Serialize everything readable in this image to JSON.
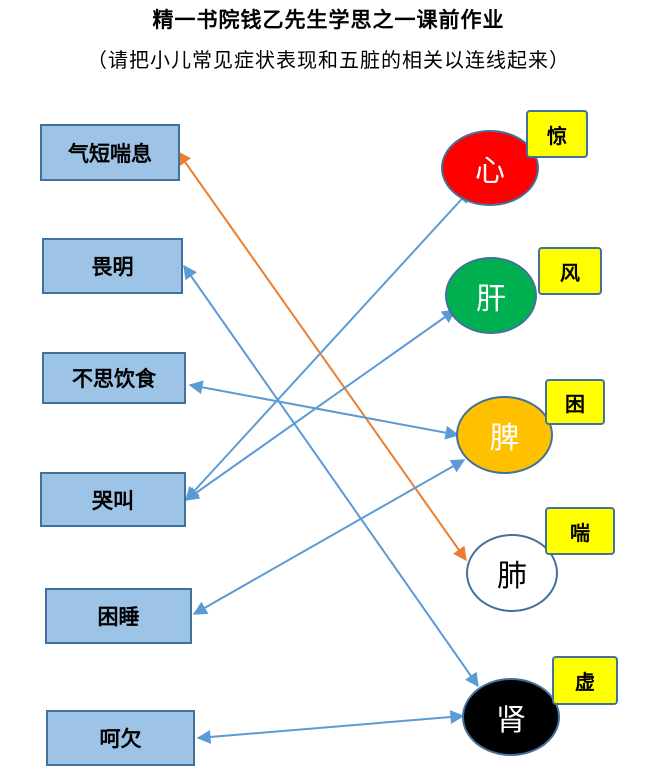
{
  "title": "精一书院钱乙先生学思之一课前作业",
  "subtitle": "（请把小儿常见症状表现和五脏的相关以连线起来）",
  "symptoms": [
    "气短喘息",
    "畏明",
    "不思饮食",
    "哭叫",
    "困睡",
    "呵欠"
  ],
  "organs": [
    {
      "label": "心",
      "tag": "惊",
      "color": "#ff0000",
      "text_color": "#ffffff"
    },
    {
      "label": "肝",
      "tag": "风",
      "color": "#00b050",
      "text_color": "#ffffff"
    },
    {
      "label": "脾",
      "tag": "困",
      "color": "#ffc000",
      "text_color": "#ffffff"
    },
    {
      "label": "肺",
      "tag": "喘",
      "color": "#ffffff",
      "text_color": "#000000"
    },
    {
      "label": "肾",
      "tag": "虚",
      "color": "#000000",
      "text_color": "#ffffff"
    }
  ],
  "links": [
    {
      "from": "气短喘息",
      "to": "肺",
      "color": "#ed7d31"
    },
    {
      "from": "畏明",
      "to": "肾",
      "color": "#5b9bd5"
    },
    {
      "from": "不思饮食",
      "to": "脾",
      "color": "#5b9bd5"
    },
    {
      "from": "哭叫",
      "to": "心",
      "color": "#5b9bd5"
    },
    {
      "from": "哭叫",
      "to": "肝",
      "color": "#5b9bd5"
    },
    {
      "from": "困睡",
      "to": "脾",
      "color": "#5b9bd5"
    },
    {
      "from": "呵欠",
      "to": "肾",
      "color": "#5b9bd5"
    }
  ]
}
